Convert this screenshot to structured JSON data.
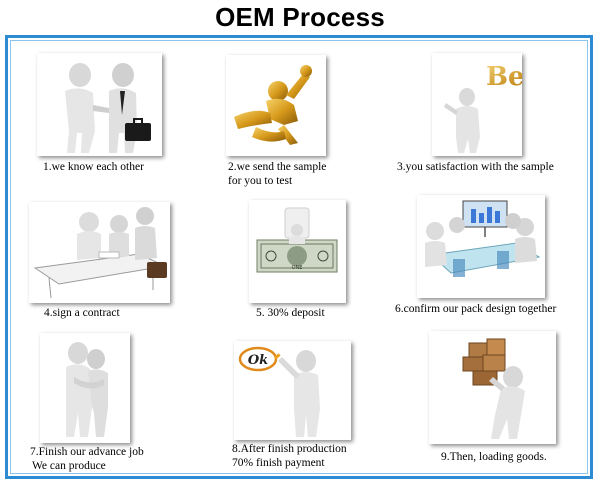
{
  "title": "OEM Process",
  "accent_color": "#2d8bd3",
  "steps": [
    {
      "icon": "handshake-icon",
      "caption": "1.we know each other"
    },
    {
      "icon": "golden-flying-figure-icon",
      "caption_line1": "2.we send the sample",
      "caption_line2": "for you to test"
    },
    {
      "icon": "best-sign-figure-icon",
      "caption": "3.you satisfaction with the sample"
    },
    {
      "icon": "meeting-table-icon",
      "caption": "4.sign a contract"
    },
    {
      "icon": "dollar-bill-icon",
      "caption": "5. 30% deposit"
    },
    {
      "icon": "team-presentation-icon",
      "caption": "6.confirm our pack design together"
    },
    {
      "icon": "hug-icon",
      "caption_line1": "7.Finish our advance job",
      "caption_line2": "We can produce"
    },
    {
      "icon": "ok-sign-figure-icon",
      "caption_line1": "8.After finish production",
      "caption_line2": "70% finish payment",
      "ok_text": "Ok"
    },
    {
      "icon": "carrying-boxes-icon",
      "caption": "9.Then, loading goods."
    }
  ],
  "best_text": "Best",
  "dollar_text": "ONE"
}
